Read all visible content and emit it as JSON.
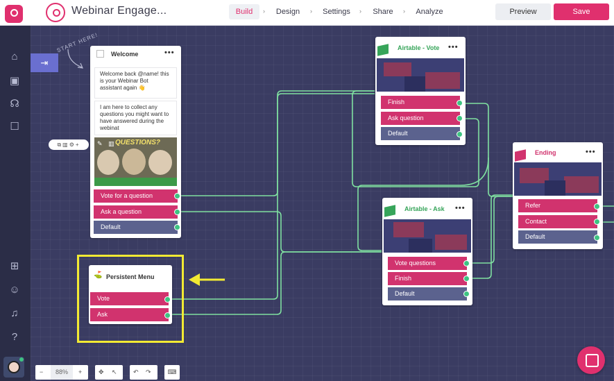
{
  "header": {
    "title": "Webinar Engage...",
    "tabs": [
      {
        "label": "Build",
        "active": true
      },
      {
        "label": "Design",
        "active": false
      },
      {
        "label": "Settings",
        "active": false
      },
      {
        "label": "Share",
        "active": false
      },
      {
        "label": "Analyze",
        "active": false
      }
    ],
    "preview_label": "Preview",
    "save_label": "Save"
  },
  "sidebar": {
    "top_icons": [
      "home-icon",
      "robot-icon",
      "broadcast-icon",
      "chat-icon"
    ],
    "bottom_icons": [
      "gift-icon",
      "feedback-icon",
      "bell-icon",
      "help-icon"
    ]
  },
  "canvas": {
    "start_here": "START HERE!",
    "zoom": "88%",
    "nodes": {
      "welcome": {
        "title": "Welcome",
        "messages": [
          "Welcome back @name! this is your Webinar Bot assistant again 👋",
          "I am here to collect any questions you might want to have answered during the webinat"
        ],
        "gif_text": "QUESTIONS?",
        "buttons": [
          "Vote for a question",
          "Ask a question",
          "Default"
        ]
      },
      "persistent_menu": {
        "title": "Persistent Menu",
        "buttons": [
          "Vote",
          "Ask"
        ]
      },
      "airtable_vote": {
        "title": "Airtable - Vote",
        "buttons": [
          "Finish",
          "Ask question",
          "Default"
        ]
      },
      "airtable_ask": {
        "title": "Airtable - Ask",
        "buttons": [
          "Vote questions",
          "Finish",
          "Default"
        ]
      },
      "ending": {
        "title": "Ending",
        "buttons": [
          "Refer",
          "Contact",
          "Default"
        ]
      }
    }
  },
  "colors": {
    "accent": "#e0306e",
    "connector": "#7fe0a0",
    "highlight": "#f2ea33",
    "canvas": "#3a3c62"
  }
}
